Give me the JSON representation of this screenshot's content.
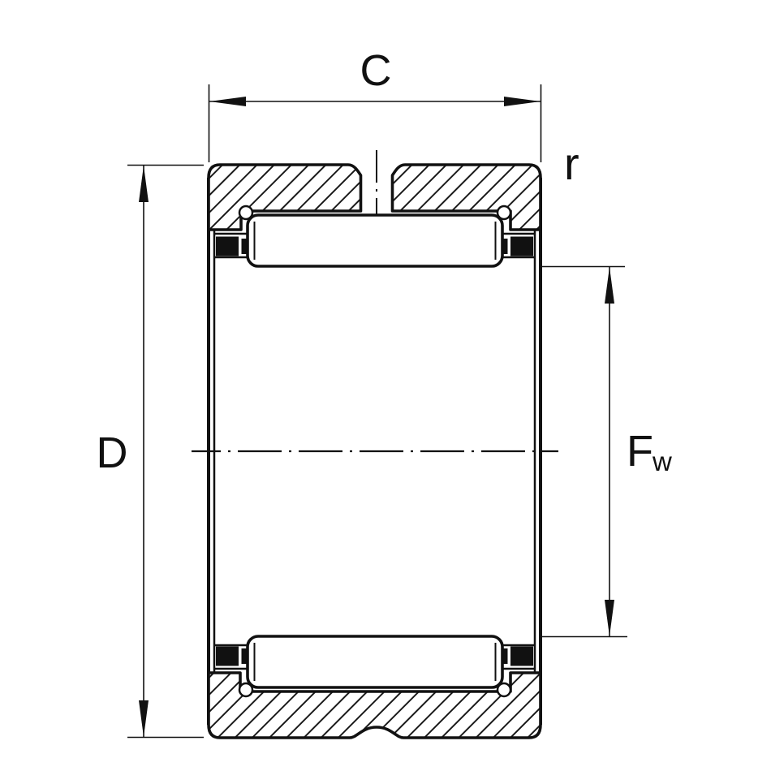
{
  "palette": {
    "line": "#111111",
    "background": "#ffffff",
    "cage_fill": "#111111"
  },
  "labels": {
    "c": "C",
    "d": "D",
    "r": "r",
    "fw_main": "F",
    "fw_sub": "w"
  }
}
